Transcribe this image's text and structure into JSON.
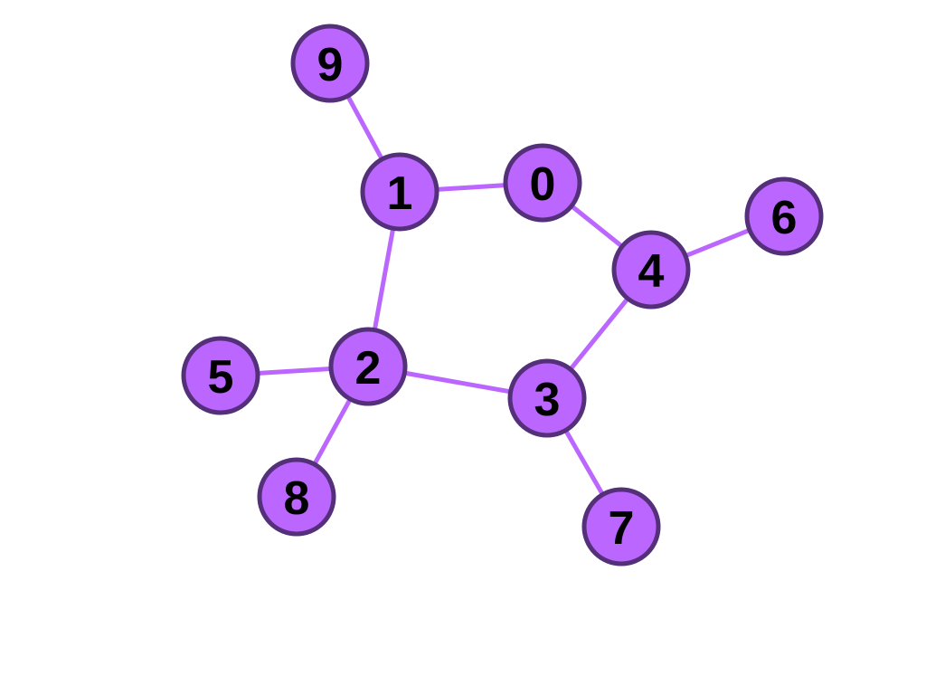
{
  "graph": {
    "colors": {
      "node_fill": "#bb66ff",
      "node_stroke": "#55307a",
      "edge": "#bb66ff"
    },
    "nodes": [
      {
        "id": "0",
        "label": "0"
      },
      {
        "id": "1",
        "label": "1"
      },
      {
        "id": "2",
        "label": "2"
      },
      {
        "id": "3",
        "label": "3"
      },
      {
        "id": "4",
        "label": "4"
      },
      {
        "id": "5",
        "label": "5"
      },
      {
        "id": "6",
        "label": "6"
      },
      {
        "id": "7",
        "label": "7"
      },
      {
        "id": "8",
        "label": "8"
      },
      {
        "id": "9",
        "label": "9"
      }
    ],
    "edges": [
      {
        "source": "1",
        "target": "9"
      },
      {
        "source": "1",
        "target": "0"
      },
      {
        "source": "1",
        "target": "2"
      },
      {
        "source": "0",
        "target": "4"
      },
      {
        "source": "4",
        "target": "6"
      },
      {
        "source": "4",
        "target": "3"
      },
      {
        "source": "2",
        "target": "3"
      },
      {
        "source": "2",
        "target": "5"
      },
      {
        "source": "2",
        "target": "8"
      },
      {
        "source": "3",
        "target": "7"
      }
    ]
  }
}
